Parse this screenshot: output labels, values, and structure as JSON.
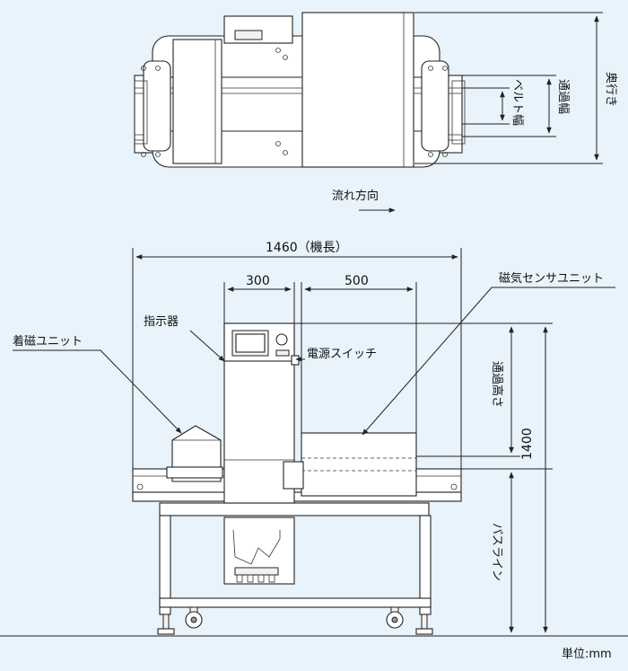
{
  "labels": {
    "flow_direction": "流れ方向",
    "belt_width": "ベルト幅",
    "passage_width": "通過幅",
    "depth": "奥行き",
    "total_length": "1460（機長）",
    "dim_300": "300",
    "dim_500": "500",
    "indicator": "指示器",
    "magnetizing_unit": "着磁ユニット",
    "power_switch": "電源スイッチ",
    "magnetic_sensor_unit": "磁気センサユニット",
    "passage_height": "通過高さ",
    "dim_1400": "1400",
    "pass_line": "パスライン",
    "unit": "単位:mm"
  },
  "colors": {
    "background": "#e8f3fb",
    "line": "#222222",
    "machine_fill": "#ffffff"
  }
}
